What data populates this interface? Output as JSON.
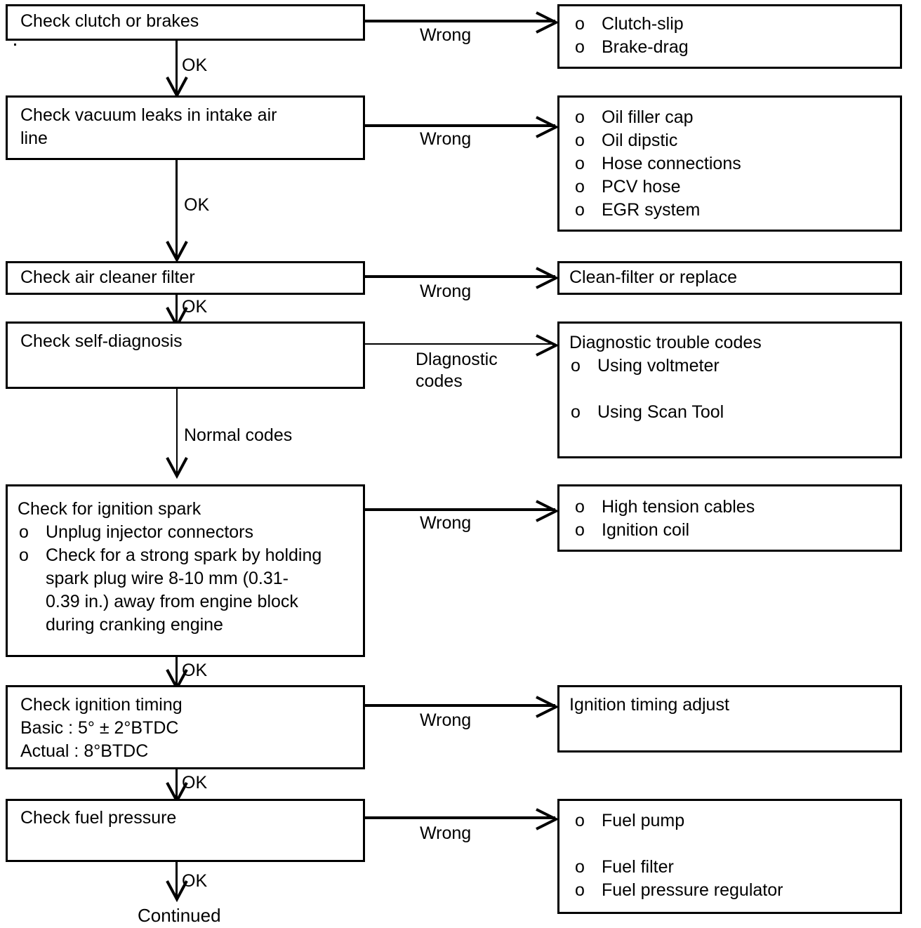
{
  "diagram": {
    "title": "Engine troubleshooting flowchart",
    "line_color": "#000000",
    "background_color": "#ffffff",
    "bullet_glyph": "o",
    "terminal_label": "Continued"
  },
  "steps": [
    {
      "id": "check-clutch-or-brakes",
      "title": "Check clutch or brakes",
      "bullets": [],
      "branch_label": "Wrong",
      "down_label": "OK"
    },
    {
      "id": "check-vacuum-leaks",
      "title": "Check vacuum leaks in intake air\nline",
      "bullets": [],
      "branch_label": "Wrong",
      "down_label": "OK"
    },
    {
      "id": "check-air-cleaner-filter",
      "title": "Check air cleaner filter",
      "bullets": [],
      "branch_label": "Wrong",
      "down_label": "OK"
    },
    {
      "id": "check-self-diagnosis",
      "title": "Check self-diagnosis",
      "bullets": [],
      "branch_label": "Dlagnostic\ncodes",
      "down_label": "Normal codes"
    },
    {
      "id": "check-ignition-spark",
      "title": "Check for ignition spark",
      "bullets": [
        "Unplug injector connectors",
        "Check for a strong spark by holding\nspark plug wire 8-10 mm (0.31-\n0.39 in.) away from engine block\nduring cranking engine"
      ],
      "branch_label": "Wrong",
      "down_label": "OK"
    },
    {
      "id": "check-ignition-timing",
      "title": "Check ignition timing\nBasic : 5° ± 2°BTDC\nActual : 8°BTDC",
      "bullets": [],
      "branch_label": "Wrong",
      "down_label": "OK"
    },
    {
      "id": "check-fuel-pressure",
      "title": "Check fuel pressure",
      "bullets": [],
      "branch_label": "Wrong",
      "down_label": "OK"
    }
  ],
  "results": [
    {
      "id": "clutch-brake-causes",
      "title": "",
      "bullets": [
        "Clutch-slip",
        "Brake-drag"
      ]
    },
    {
      "id": "vacuum-leak-causes",
      "title": "",
      "bullets": [
        "Oil filler cap",
        "Oil dipstic",
        "Hose connections",
        "PCV hose",
        "EGR system"
      ]
    },
    {
      "id": "air-filter-action",
      "title": "Clean-filter or replace",
      "bullets": []
    },
    {
      "id": "diagnostic-trouble-codes",
      "title": "Diagnostic trouble codes",
      "bullets": [
        "Using voltmeter",
        "Using Scan Tool"
      ]
    },
    {
      "id": "ignition-spark-causes",
      "title": "",
      "bullets": [
        "High tension cables",
        "Ignition coil"
      ]
    },
    {
      "id": "ignition-timing-action",
      "title": "Ignition timing adjust",
      "bullets": []
    },
    {
      "id": "fuel-pressure-causes",
      "title": "",
      "bullets": [
        "Fuel pump",
        "Fuel filter",
        "Fuel pressure regulator"
      ]
    }
  ]
}
